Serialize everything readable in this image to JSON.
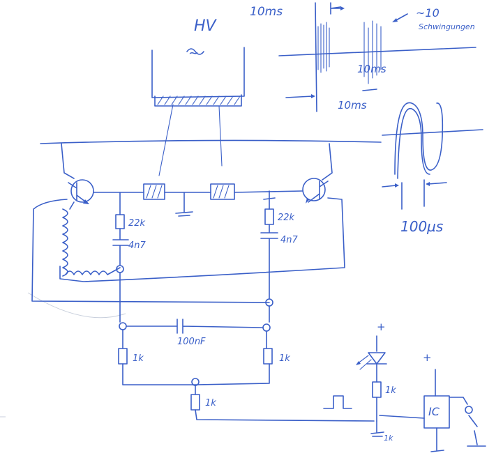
{
  "labels": {
    "hv": "HV",
    "hv_symbol": "~",
    "period_top": "10ms",
    "period_mid": "10ms",
    "period_bottom": "10ms",
    "oscillations": "~10",
    "oscillations_word": "Schwingungen",
    "pulse_width": "100µs",
    "r_left": "22k",
    "c_left": "4n7",
    "r_right": "22k",
    "c_right": "4n7",
    "c_bridge": "100nF",
    "r_div_left": "1k",
    "r_div_right": "1k",
    "r_bottom": "1k",
    "r_led": "1k",
    "led_plus": "+",
    "ic_plus": "+",
    "ic": "IC",
    "bottom_part": "1k"
  },
  "colors": {
    "ink": "#3a5fc8",
    "paper": "#ffffff"
  }
}
